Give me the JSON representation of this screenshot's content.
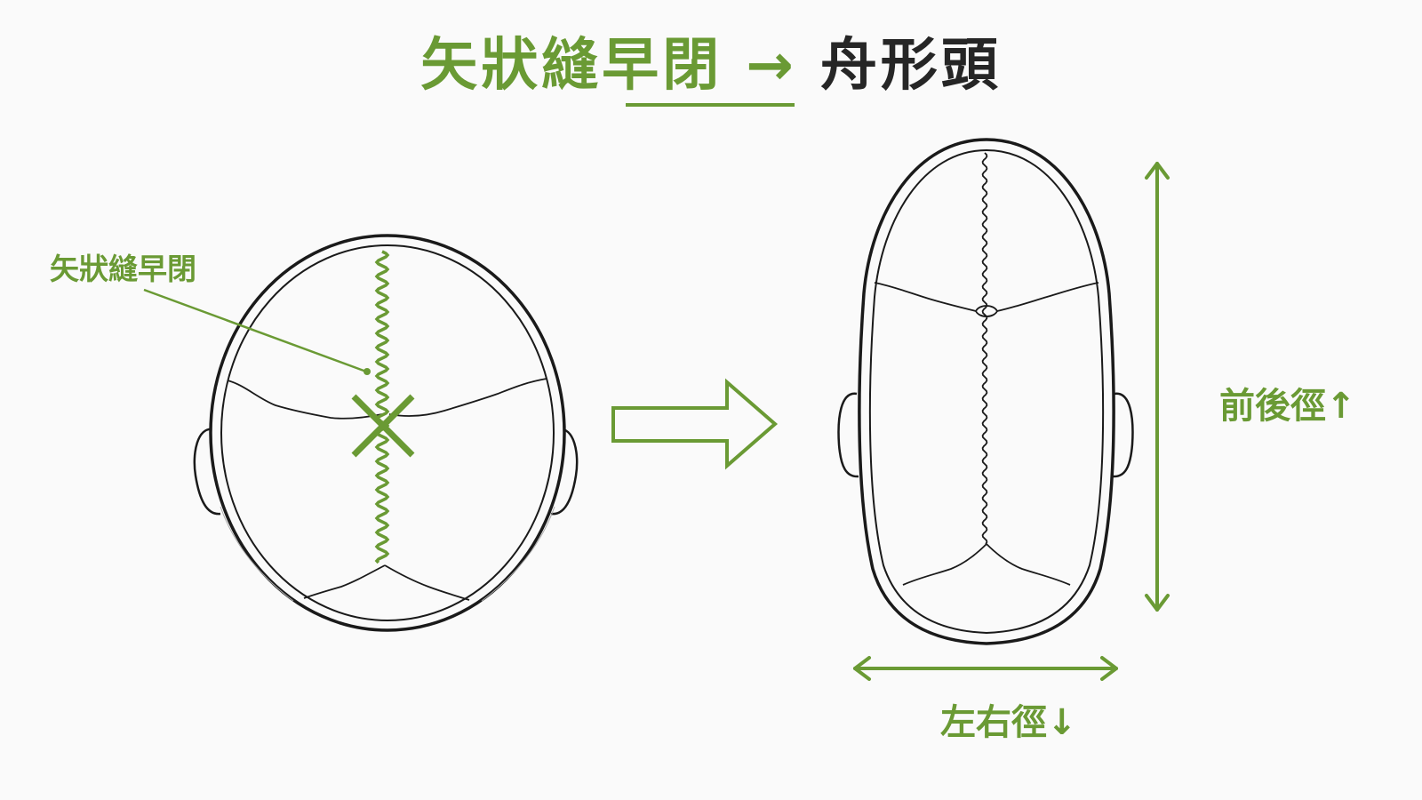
{
  "title": {
    "condition": "矢狀縫早閉",
    "arrow": "→",
    "result": "舟形頭"
  },
  "labels": {
    "sagittal_suture": "矢狀縫早閉",
    "anteroposterior": "前後徑↑",
    "lateral": "左右徑↓"
  },
  "colors": {
    "accent": "#6a9a34",
    "ink": "#262626",
    "background": "#fafafa"
  },
  "icons": {
    "closure_mark": "x-mark-icon",
    "transition": "hollow-right-arrow-icon",
    "measure_vertical": "double-arrow-vertical-icon",
    "measure_horizontal": "double-arrow-horizontal-icon"
  }
}
